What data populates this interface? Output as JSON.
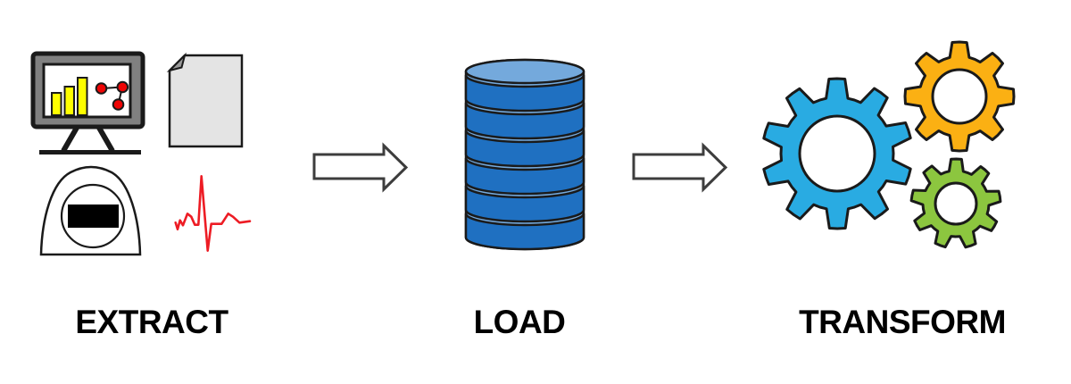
{
  "diagram": {
    "type": "process-flow",
    "steps": [
      {
        "label": "EXTRACT",
        "icons": [
          "monitor-chart-icon",
          "document-icon",
          "scanner-device-icon",
          "ecg-wave-icon"
        ]
      },
      {
        "label": "LOAD",
        "icons": [
          "database-cylinder-icon"
        ]
      },
      {
        "label": "TRANSFORM",
        "icons": [
          "gear-blue-icon",
          "gear-orange-icon",
          "gear-green-icon"
        ]
      }
    ],
    "connectors": [
      "right-arrow",
      "right-arrow"
    ]
  },
  "colors": {
    "background": "#ffffff",
    "outline": "#1a1a1a",
    "arrow_fill": "#ffffff",
    "arrow_outline": "#3d3d3d",
    "monitor_frame": "#808080",
    "monitor_screen": "#ffffff",
    "bar_yellow": "#ffff00",
    "node_red": "#ee0505",
    "document_gray": "#e4e4e4",
    "document_fold": "#9a9a9a",
    "device_fill": "#ffffff",
    "device_display": "#000000",
    "ecg_red": "#ed1c24",
    "db_body": "#1f70c1",
    "db_top": "#74a9dc",
    "gear_blue": "#29abe2",
    "gear_orange": "#fbb013",
    "gear_green": "#8cc63f",
    "label_color": "#000000"
  }
}
